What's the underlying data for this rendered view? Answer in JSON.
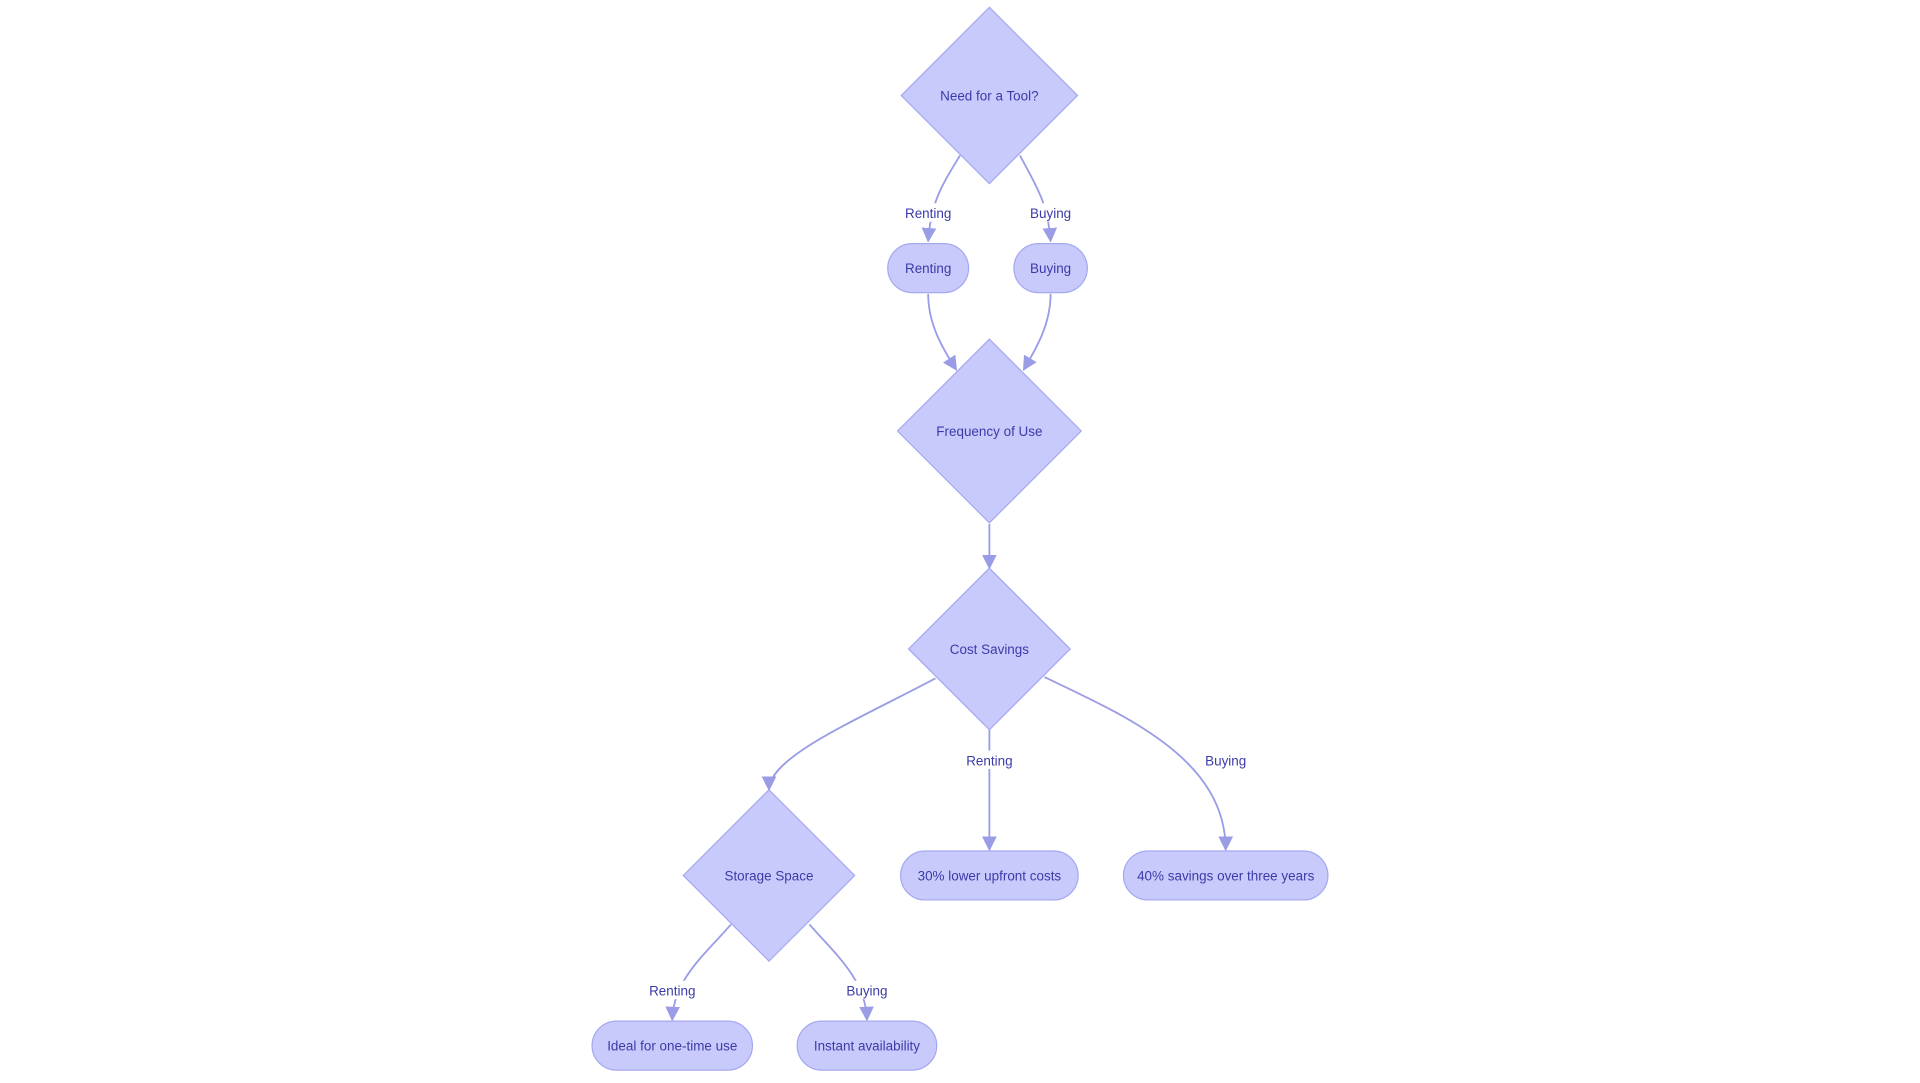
{
  "colors": {
    "node_fill": "#c8cafc",
    "node_stroke": "#a5a8ef",
    "edge": "#9a9de6",
    "text": "#3b3ba8"
  },
  "nodes": {
    "need": "Need for a Tool?",
    "renting": "Renting",
    "buying": "Buying",
    "frequency": "Frequency of Use",
    "cost": "Cost Savings",
    "storage": "Storage Space",
    "lower_upfront": "30% lower upfront costs",
    "savings_three_years": "40% savings over three years",
    "one_time": "Ideal for one-time use",
    "instant": "Instant availability"
  },
  "edge_labels": {
    "need_renting": "Renting",
    "need_buying": "Buying",
    "cost_lower": "Renting",
    "cost_savings": "Buying",
    "storage_one_time": "Renting",
    "storage_instant": "Buying"
  }
}
